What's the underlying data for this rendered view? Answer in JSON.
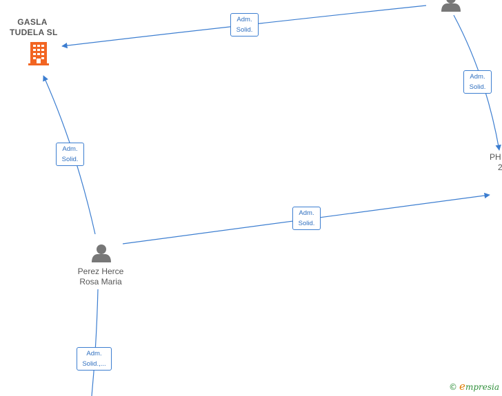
{
  "nodes": {
    "company": {
      "line1": "GASLA",
      "line2": "TUDELA  SL",
      "icon": "building-icon",
      "color": "#f26522"
    },
    "person_main": {
      "line1": "Perez Herce",
      "line2": "Rosa Maria",
      "icon": "person-icon"
    },
    "person_top": {
      "icon": "person-icon"
    },
    "ph_node": {
      "line1": "PH",
      "line2": "2"
    }
  },
  "edges": [
    {
      "line1": "Adm.",
      "line2": "Solid."
    },
    {
      "line1": "Adm.",
      "line2": "Solid."
    },
    {
      "line1": "Adm.",
      "line2": "Solid."
    },
    {
      "line1": "Adm.",
      "line2": "Solid."
    },
    {
      "line1": "Adm.",
      "line2": "Solid.,..."
    }
  ],
  "colors": {
    "edge": "#3b7dd0",
    "node_text": "#555555",
    "icon_gray": "#777777"
  },
  "brand": {
    "copyright": "©",
    "initial": "e",
    "rest": "mpresia"
  }
}
